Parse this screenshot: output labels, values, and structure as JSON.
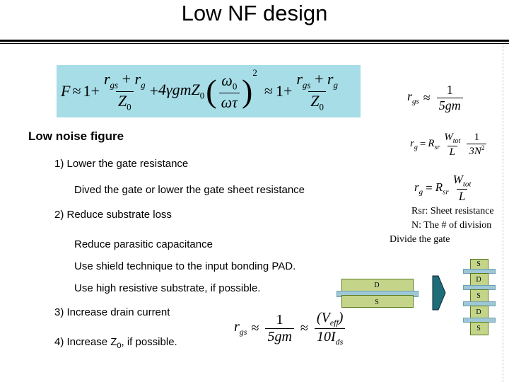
{
  "title": "Low NF design",
  "equation_main": {
    "f_lhs": "F",
    "approx": "≈",
    "one": "1",
    "plus": "+",
    "rgs": "r",
    "gs_sub": "gs",
    "rg": "r",
    "g_sub": "g",
    "z0": "Z",
    "zero_sub": "0",
    "four_gamma": "4γgmZ",
    "omega0": "ω",
    "omega_t": "ωτ",
    "exp2": "2"
  },
  "heading": "Low noise figure",
  "items": {
    "i1": "1) Lower the gate resistance",
    "i1_sub": "Dived the gate  or lower the gate sheet resistance",
    "i2": "2) Reduce substrate loss",
    "i2_sub1": "Reduce parasitic capacitance",
    "i2_sub2": "Use shield technique to the input bonding PAD.",
    "i2_sub3": "Use high resistive substrate, if possible.",
    "i3": "3) Increase drain current",
    "i4_pre": "4) Increase Z",
    "i4_sub": "0",
    "i4_post": ", if possible."
  },
  "side_eqs": {
    "rgs_one": "1",
    "rgs_den": "5gm",
    "rsr": "R",
    "sr_sub": "sr",
    "wtot": "W",
    "tot_sub": "tot",
    "L": "L",
    "three_n": "3N",
    "n_exp": "2"
  },
  "notes": {
    "rsr": "Rsr: Sheet resistance",
    "n": "N: The # of division",
    "divide": "Divide the gate"
  },
  "bottom_eq": {
    "veff": "V",
    "eff_sub": "eff",
    "ten_i": "10I",
    "ds_sub": "ds"
  },
  "diagram": {
    "left_d": "D",
    "left_s": "S",
    "right_labels": [
      "S",
      "D",
      "S",
      "D",
      "S"
    ]
  }
}
